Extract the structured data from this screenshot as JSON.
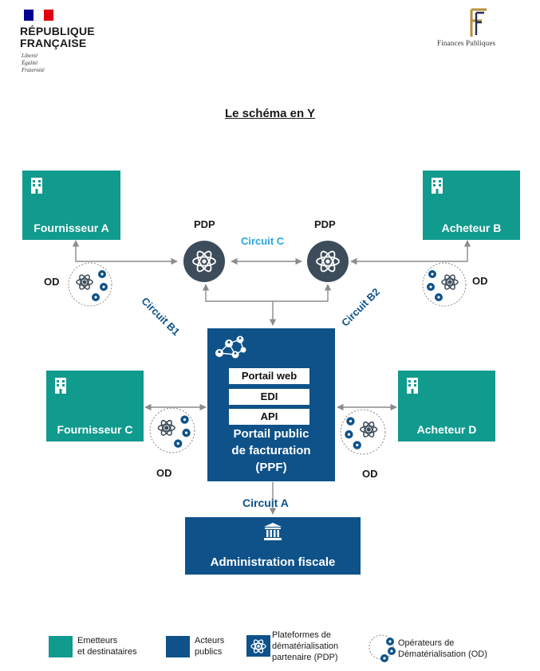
{
  "header": {
    "republic_line1": "RÉPUBLIQUE",
    "republic_line2": "FRANÇAISE",
    "motto": [
      "Liberté",
      "Égalité",
      "Fraternité"
    ],
    "finances_logo_text": "Finances Publiques",
    "colors": {
      "blue": "#000091",
      "red": "#e1000f"
    }
  },
  "title": "Le schéma en Y",
  "diagram": {
    "fournisseur_a": "Fournisseur A",
    "acheteur_b": "Acheteur B",
    "fournisseur_c": "Fournisseur C",
    "acheteur_d": "Acheteur D",
    "pdp_left": "PDP",
    "pdp_right": "PDP",
    "circuit_c": "Circuit C",
    "circuit_b1": "Circuit B1",
    "circuit_b2": "Circuit B2",
    "circuit_a": "Circuit A",
    "od_labels": [
      "OD",
      "OD",
      "OD",
      "OD"
    ],
    "ppf": {
      "items": [
        "Portail web",
        "EDI",
        "API"
      ],
      "line1": "Portail public",
      "line2": "de facturation",
      "line3": "(PPF)"
    },
    "administration": "Administration fiscale",
    "colors": {
      "teal": "#119a8e",
      "navy": "#0e5289",
      "pdp": "#3d4c5a",
      "circuit_c": "#2aa6dd",
      "arrow": "#8c8c8c"
    },
    "icons": [
      "building-icon",
      "atom-icon",
      "network-icon",
      "institution-icon"
    ]
  },
  "legend": {
    "emetteurs_l1": "Emetteurs",
    "emetteurs_l2": "et destinataires",
    "acteurs_l1": "Acteurs",
    "acteurs_l2": "publics",
    "pdp_l1": "Plateformes de",
    "pdp_l2": "dématérialisation",
    "pdp_l3": "partenaire (PDP)",
    "od_l1": "Opérateurs de",
    "od_l2": "Dématérialisation (OD)"
  }
}
